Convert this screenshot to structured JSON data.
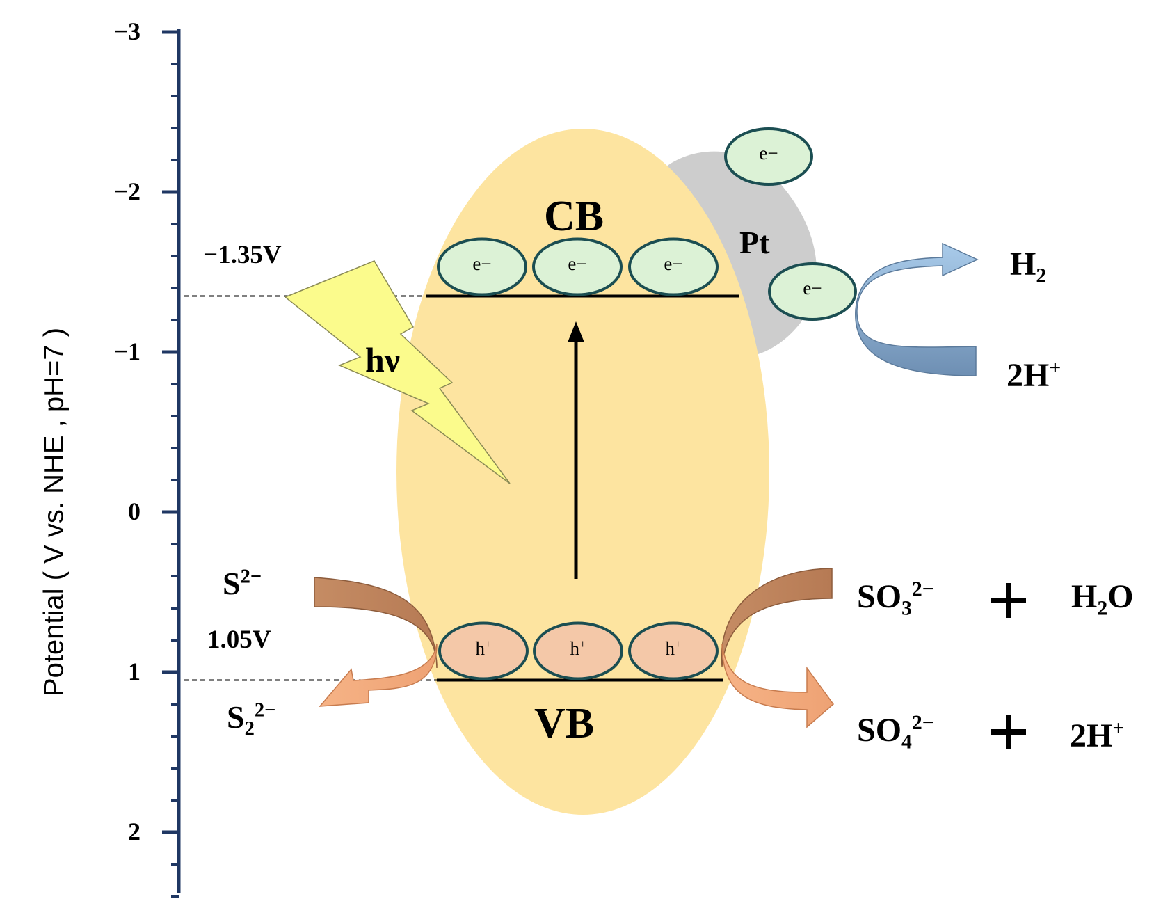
{
  "axis": {
    "label": "Potential ( V vs. NHE , pH=7 )",
    "ticks": [
      "−3",
      "−2",
      "−1",
      "0",
      "1",
      "2"
    ],
    "range": [
      -3,
      2.4
    ]
  },
  "levels": {
    "cb_potential": "−1.35V",
    "vb_potential": "1.05V",
    "cb_value": -1.35,
    "vb_value": 1.05
  },
  "bands": {
    "cb": "CB",
    "vb": "VB"
  },
  "light": "hν",
  "cocatalyst": "Pt",
  "carriers": {
    "electron": "e−",
    "hole": "h+"
  },
  "reactions": {
    "h2_product": "H",
    "h2_sub": "2",
    "h2_reactant": "2H",
    "h2_reactant_sup": "+",
    "s_reactant": "S",
    "s_reactant_sup": "2−",
    "s_product": "S",
    "s_product_sub": "2",
    "s_product_sup": "2−",
    "so3": "SO",
    "so3_sub": "3",
    "so3_sup": "2−",
    "plus": "+",
    "h2o": "H",
    "h2o_sub": "2",
    "h2o_tail": "O",
    "so4": "SO",
    "so4_sub": "4",
    "so4_sup": "2−",
    "proton": "2H",
    "proton_sup": "+"
  },
  "colors": {
    "particle_body": "#fde4a0",
    "pt_cluster": "#cdcdcd",
    "electron_fill": "#dcf2d6",
    "hole_fill": "#f4c8a8",
    "carrier_stroke": "#1b4e52",
    "lightning": "#fbfb8c",
    "h2_arrow": "#9dbfe2",
    "s_arrow_in": "#c28a62",
    "s_arrow_out": "#f3ad82",
    "axis": "#1f3763"
  }
}
